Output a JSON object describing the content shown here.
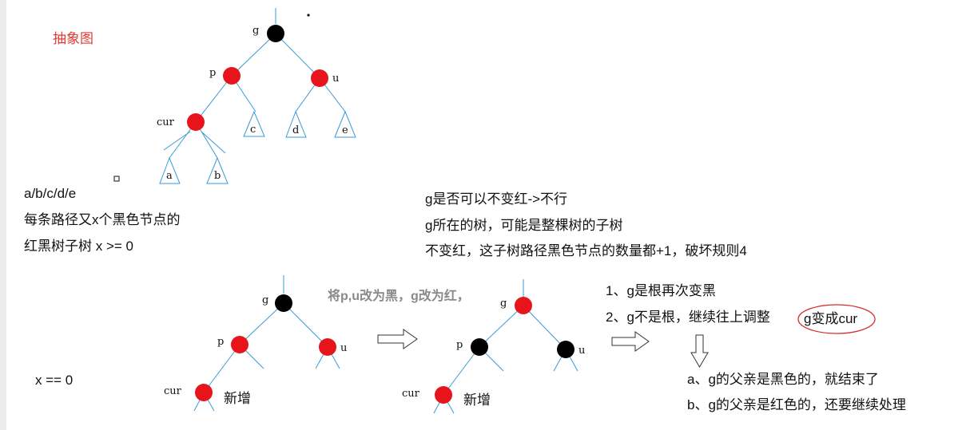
{
  "title": "抽象图",
  "colors": {
    "red_node": "#e8141c",
    "black_node": "#000000",
    "edge": "#3a9ad9",
    "title_red": "#e53935",
    "circle_annot": "#d32f2f",
    "note_gray": "#8a8a8a"
  },
  "abstract_tree": {
    "nodes": {
      "g": "g",
      "p": "p",
      "u": "u",
      "cur": "cur"
    },
    "subtrees": [
      "c",
      "d",
      "e",
      "a",
      "b"
    ]
  },
  "left_notes": {
    "line1": "a/b/c/d/e",
    "line2": "每条路径又x个黑色节点的",
    "line3": "红黑树子树  x >= 0"
  },
  "middle_notes": {
    "line1": "g是否可以不变红->不行",
    "line2": "g所在的树，可能是整棵树的子树",
    "line3": "不变红，这子树路径黑色节点的数量都+1，破坏规则4"
  },
  "bottom": {
    "x_eq": "x == 0",
    "operation": "将p,u改为黑，g改为红，",
    "before": {
      "g": "g",
      "p": "p",
      "u": "u",
      "cur": "cur",
      "new": "新增"
    },
    "after": {
      "g": "g",
      "p": "p",
      "u": "u",
      "cur": "cur",
      "new": "新增"
    }
  },
  "right_notes": {
    "step1": "1、g是根再次变黑",
    "step2": "2、g不是根，继续往上调整",
    "circled": "g变成cur",
    "case_a": "a、g的父亲是黑色的，就结束了",
    "case_b": "b、g的父亲是红色的，还要继续处理"
  }
}
